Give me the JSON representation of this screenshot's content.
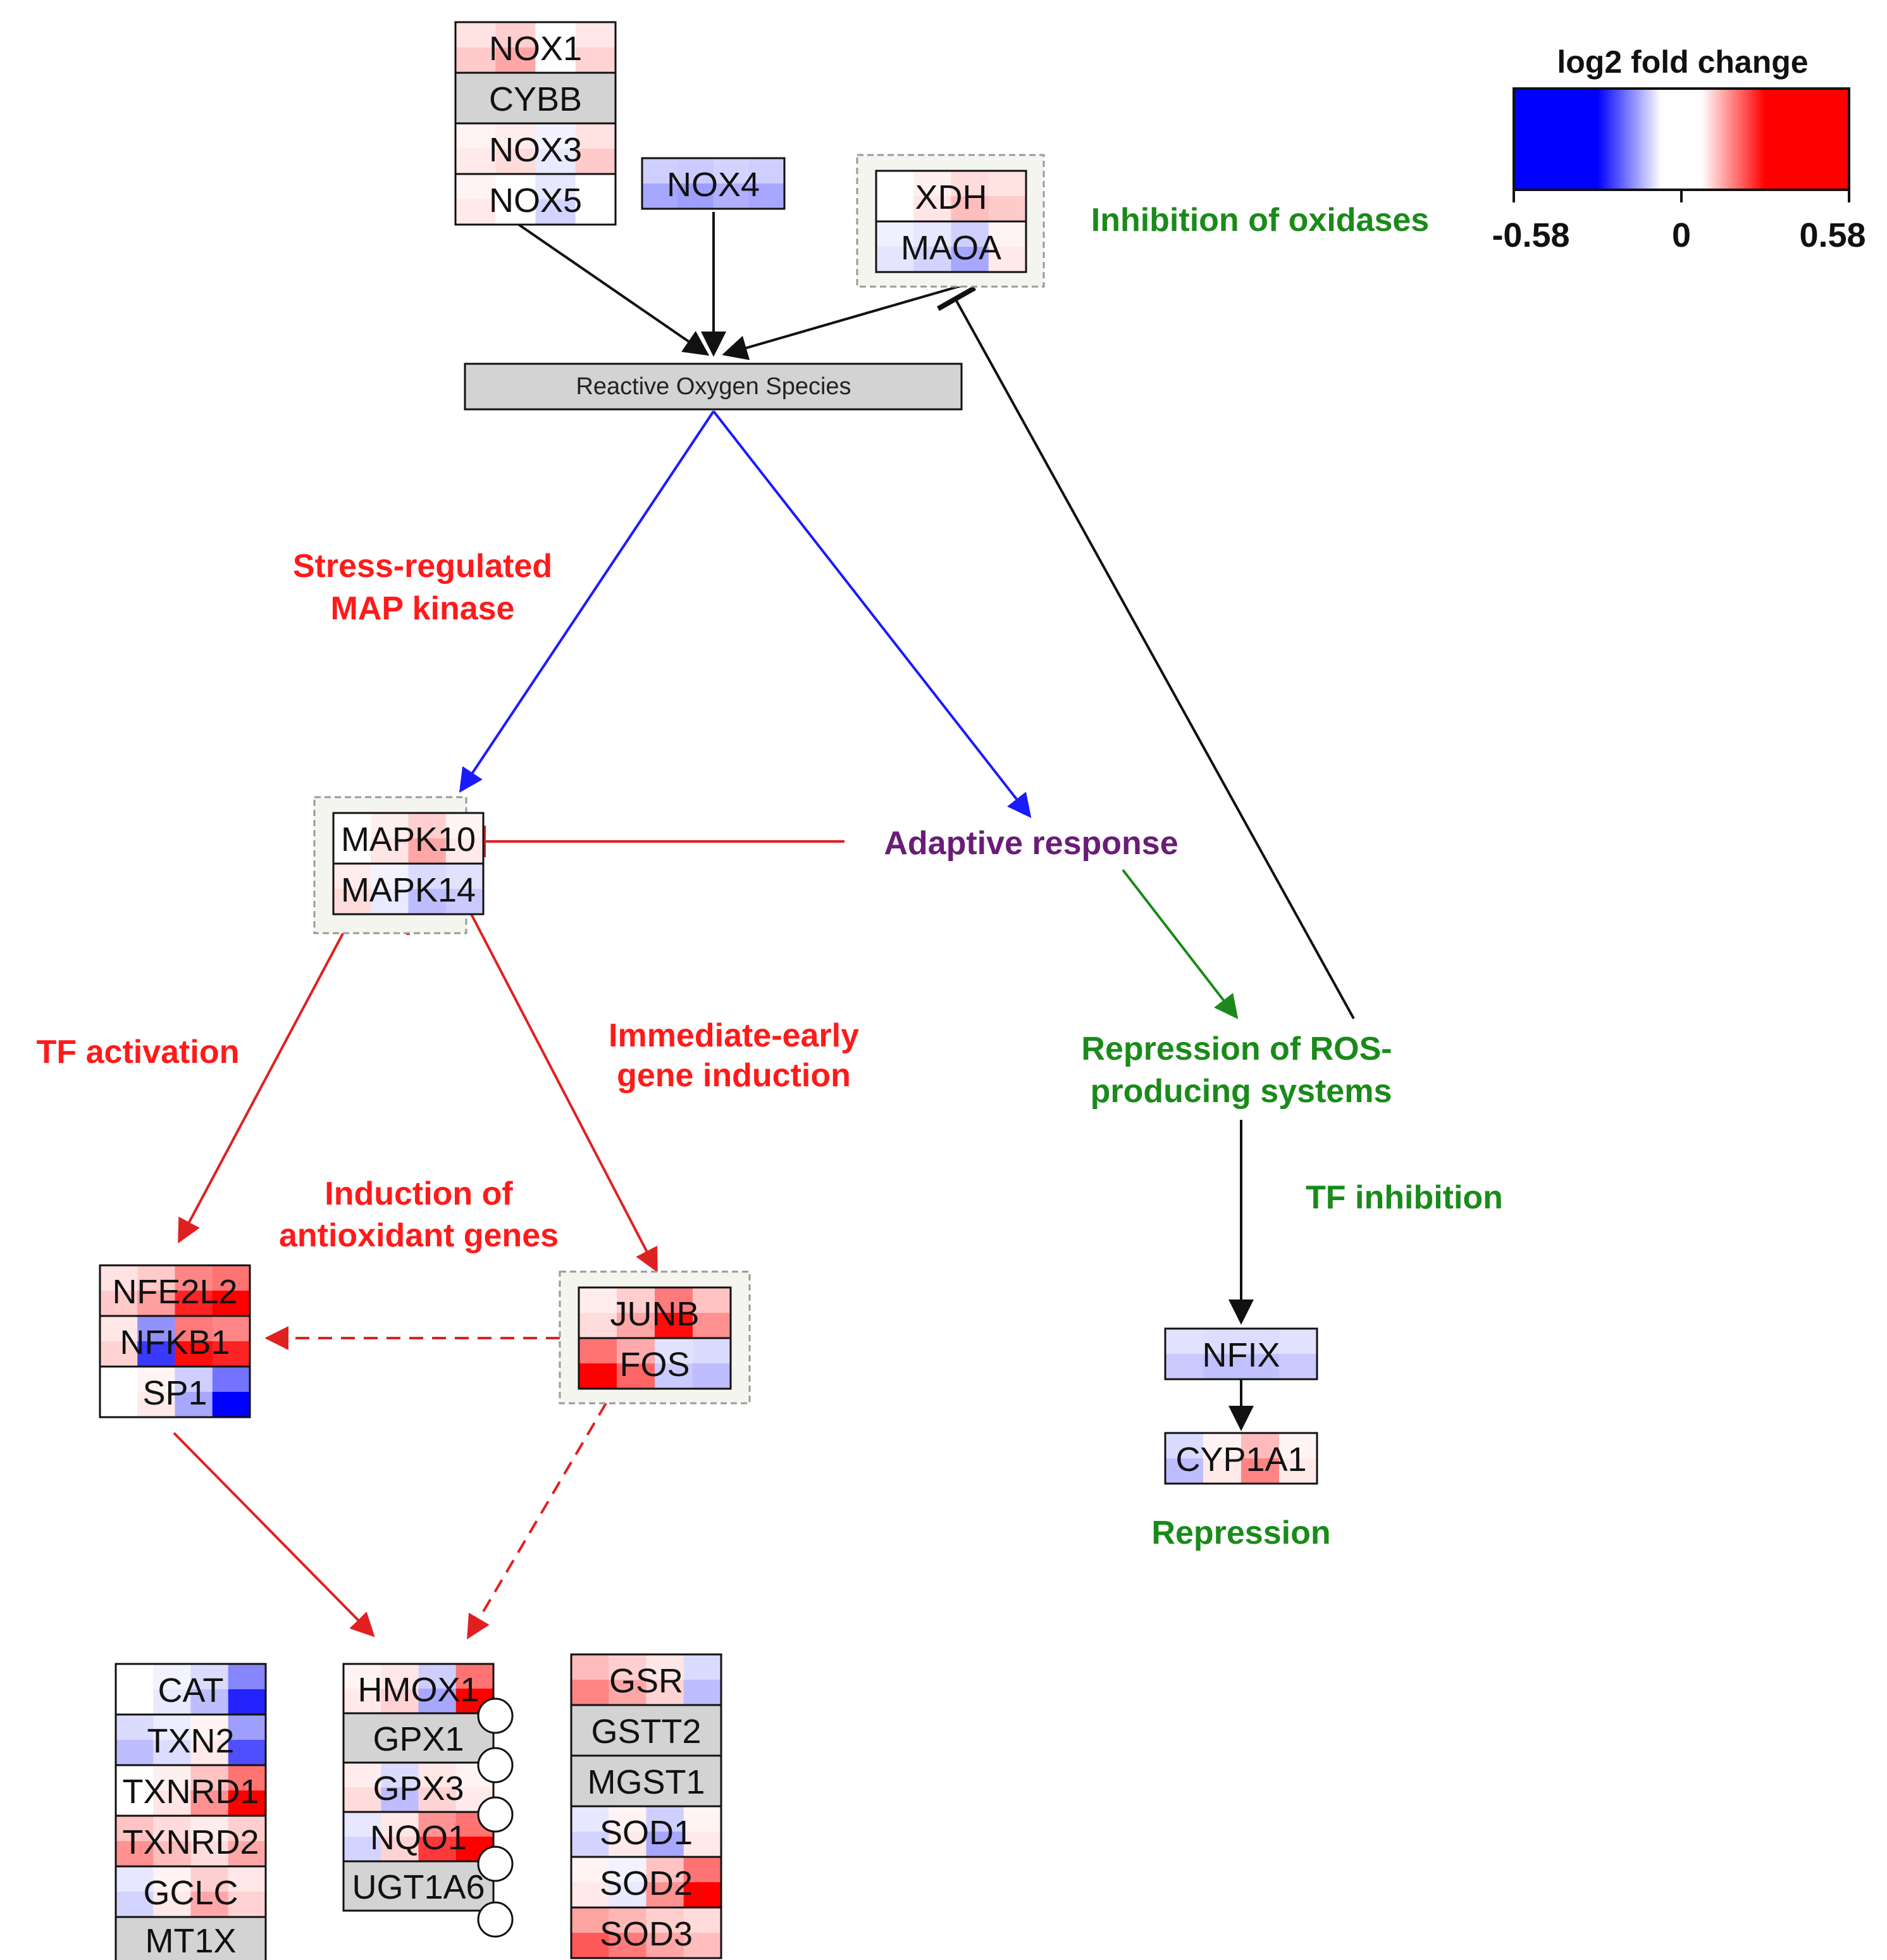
{
  "colors": {
    "up": "#ff0000",
    "down": "#0000ff",
    "neutral": "#ffffff",
    "missing": "#d3d3d3",
    "label_red": "#ff1a1a",
    "label_green": "#1a8a1a",
    "label_purple": "#6a1c78",
    "edge_blue": "#1a1aff",
    "edge_red": "#e02020",
    "edge_green": "#1a8a1a",
    "edge_black": "#111111"
  },
  "legend": {
    "title": "log2 fold change",
    "min_label": "-0.58",
    "mid_label": "0",
    "max_label": "0.58",
    "min": -0.58,
    "max": 0.58
  },
  "ros_label": "Reactive Oxygen Species",
  "labels": {
    "inhibition_oxidases": "Inhibition of oxidases",
    "stress_mapk_1": "Stress-regulated",
    "stress_mapk_2": "MAP kinase",
    "adaptive_response": "Adaptive response",
    "tf_activation": "TF activation",
    "immediate_early_1": "Immediate-early",
    "immediate_early_2": "gene induction",
    "induction_antioxidant_1": "Induction of",
    "induction_antioxidant_2": "antioxidant genes",
    "repression_ros_1": "Repression of ROS-",
    "repression_ros_2": "producing systems",
    "tf_inhibition": "TF inhibition",
    "repression": "Repression"
  },
  "genes": {
    "NOX1": {
      "label": "NOX1",
      "values": [
        0.12,
        0.2,
        0.0,
        0.1
      ]
    },
    "CYBB": {
      "label": "CYBB",
      "values": null
    },
    "NOX3": {
      "label": "NOX3",
      "values": [
        0.05,
        0.08,
        -0.05,
        0.12
      ]
    },
    "NOX5": {
      "label": "NOX5",
      "values": [
        0.05,
        0.0,
        -0.1,
        0.0
      ]
    },
    "NOX4": {
      "label": "NOX4",
      "values": [
        -0.2,
        -0.22,
        -0.18,
        -0.2
      ]
    },
    "XDH": {
      "label": "XDH",
      "values": [
        0.0,
        0.06,
        0.15,
        0.12
      ]
    },
    "MAOA": {
      "label": "MAOA",
      "values": [
        -0.06,
        -0.1,
        -0.2,
        0.05
      ]
    },
    "MAPK10": {
      "label": "MAPK10",
      "values": [
        0.0,
        0.06,
        0.2,
        0.05
      ]
    },
    "MAPK14": {
      "label": "MAPK14",
      "values": [
        0.08,
        -0.05,
        -0.15,
        -0.12
      ]
    },
    "NFE2L2": {
      "label": "NFE2L2",
      "values": [
        0.12,
        0.22,
        0.5,
        0.58
      ]
    },
    "NFKB1": {
      "label": "NFKB1",
      "values": [
        0.1,
        -0.45,
        0.55,
        0.5
      ]
    },
    "SP1": {
      "label": "SP1",
      "values": [
        0.0,
        0.05,
        -0.2,
        -0.58
      ]
    },
    "JUNB": {
      "label": "JUNB",
      "values": [
        0.08,
        0.2,
        0.55,
        0.25
      ]
    },
    "FOS": {
      "label": "FOS",
      "values": [
        0.58,
        0.35,
        -0.12,
        -0.15
      ]
    },
    "NFIX": {
      "label": "NFIX",
      "values": [
        -0.12,
        -0.14,
        -0.14,
        -0.12
      ]
    },
    "CYP1A1": {
      "label": "CYP1A1",
      "values": [
        -0.15,
        0.05,
        0.28,
        0.05
      ]
    },
    "CAT": {
      "label": "CAT",
      "values": [
        0.0,
        -0.05,
        -0.15,
        -0.5
      ]
    },
    "TXN2": {
      "label": "TXN2",
      "values": [
        -0.15,
        -0.08,
        0.05,
        -0.4
      ]
    },
    "TXNRD1": {
      "label": "TXNRD1",
      "values": [
        0.0,
        0.06,
        0.25,
        0.58
      ]
    },
    "TXNRD2": {
      "label": "TXNRD2",
      "values": [
        0.25,
        0.15,
        0.08,
        0.2
      ]
    },
    "GCLC": {
      "label": "GCLC",
      "values": [
        -0.1,
        0.05,
        0.2,
        0.1
      ]
    },
    "MT1X": {
      "label": "MT1X",
      "values": null
    },
    "HMOX1": {
      "label": "HMOX1",
      "values": [
        0.05,
        0.1,
        -0.2,
        0.58
      ]
    },
    "GPX1": {
      "label": "GPX1",
      "values": null
    },
    "GPX3": {
      "label": "GPX3",
      "values": [
        0.08,
        -0.15,
        0.1,
        0.05
      ]
    },
    "NQO1": {
      "label": "NQO1",
      "values": [
        -0.1,
        0.1,
        0.45,
        0.58
      ]
    },
    "UGT1A6": {
      "label": "UGT1A6",
      "values": null
    },
    "GSR": {
      "label": "GSR",
      "values": [
        0.28,
        0.2,
        0.1,
        -0.15
      ]
    },
    "GSTT2": {
      "label": "GSTT2",
      "values": null
    },
    "MGST1": {
      "label": "MGST1",
      "values": null
    },
    "SOD1": {
      "label": "SOD1",
      "values": [
        -0.1,
        0.05,
        -0.2,
        0.05
      ]
    },
    "SOD2": {
      "label": "SOD2",
      "values": [
        0.05,
        -0.05,
        0.25,
        0.58
      ]
    },
    "SOD3": {
      "label": "SOD3",
      "values": [
        0.38,
        0.3,
        0.2,
        0.15
      ]
    }
  }
}
